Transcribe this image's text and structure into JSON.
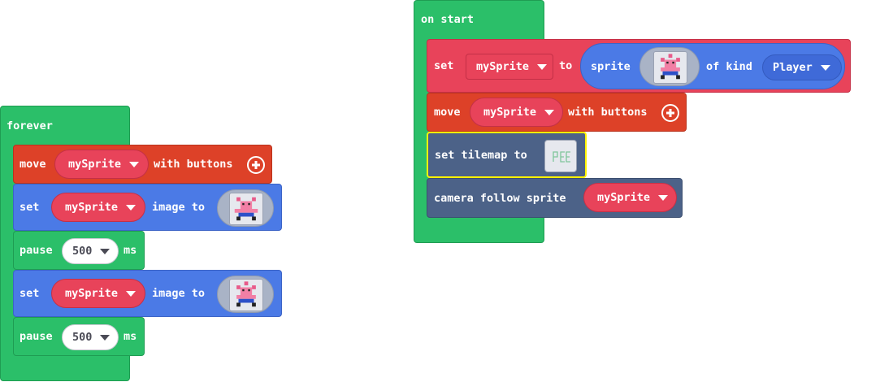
{
  "forever": {
    "hat_label": "forever",
    "move_block": {
      "move": "move",
      "var": "mySprite",
      "with_buttons": "with buttons"
    },
    "set_image_1": {
      "set": "set",
      "var": "mySprite",
      "image_to": "image to"
    },
    "pause_1": {
      "pause": "pause",
      "value": "500",
      "unit": "ms"
    },
    "set_image_2": {
      "set": "set",
      "var": "mySprite",
      "image_to": "image to"
    },
    "pause_2": {
      "pause": "pause",
      "value": "500",
      "unit": "ms"
    }
  },
  "on_start": {
    "hat_label": "on start",
    "set_sprite": {
      "set": "set",
      "var": "mySprite",
      "to": "to",
      "sprite": "sprite",
      "of_kind": "of kind",
      "kind": "Player"
    },
    "move_block": {
      "move": "move",
      "var": "mySprite",
      "with_buttons": "with buttons"
    },
    "set_tilemap": {
      "label": "set tilemap to"
    },
    "camera_follow": {
      "label": "camera follow sprite",
      "var": "mySprite"
    }
  },
  "colors": {
    "loops_green": "#2bbf69",
    "controller_red": "#dd4128",
    "sprites_blue": "#4b7ae6",
    "variable_pink": "#e8435a",
    "scene_slate": "#4c6288",
    "highlight_yellow": "#fff200"
  }
}
